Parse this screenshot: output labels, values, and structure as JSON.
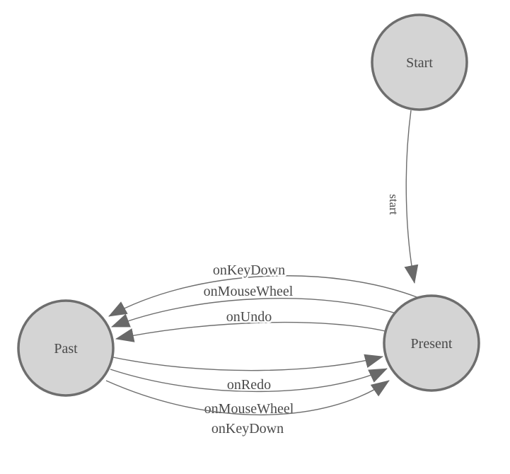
{
  "diagram": {
    "type": "state-machine",
    "background_color": "#ffffff",
    "node_fill_color": "#d4d4d4",
    "node_border_color": "#6e6e6e",
    "edge_color": "#6e6e6e",
    "arrowhead_color": "#696969",
    "label_color": "#4a4a4a",
    "nodes": [
      {
        "id": "start",
        "label": "Start"
      },
      {
        "id": "present",
        "label": "Present"
      },
      {
        "id": "past",
        "label": "Past"
      }
    ],
    "edges": [
      {
        "from": "start",
        "to": "present",
        "label": "start"
      },
      {
        "from": "present",
        "to": "past",
        "label": "onKeyDown"
      },
      {
        "from": "present",
        "to": "past",
        "label": "onMouseWheel"
      },
      {
        "from": "present",
        "to": "past",
        "label": "onUndo"
      },
      {
        "from": "past",
        "to": "present",
        "label": "onRedo"
      },
      {
        "from": "past",
        "to": "present",
        "label": "onMouseWheel"
      },
      {
        "from": "past",
        "to": "present",
        "label": "onKeyDown"
      }
    ]
  }
}
